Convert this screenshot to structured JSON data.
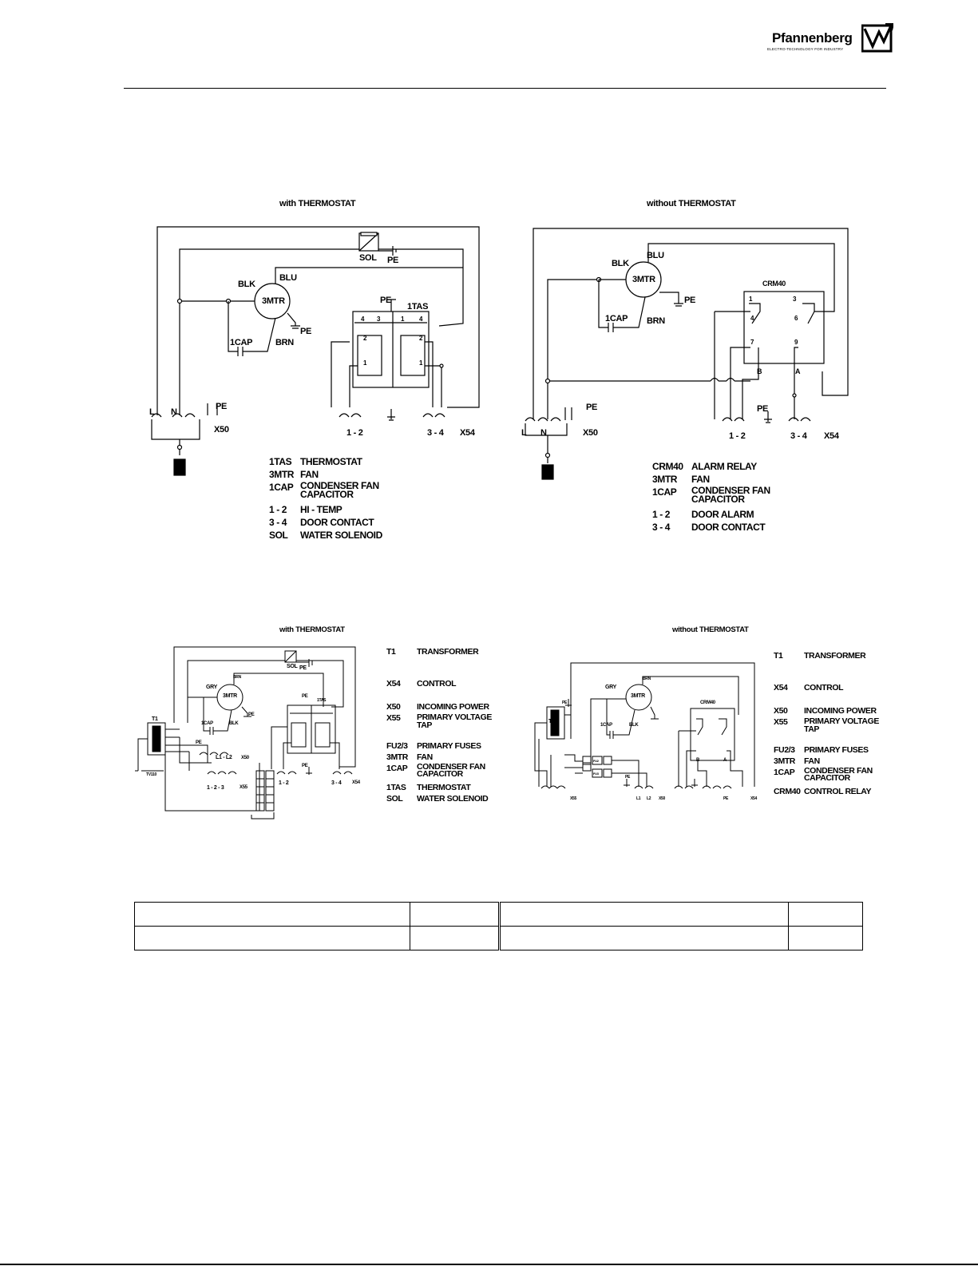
{
  "brand": {
    "name": "Pfannenberg",
    "tagline": "ELECTRO-TECHNOLOGY FOR INDUSTRY"
  },
  "diagrams": {
    "top_left": {
      "title": "with THERMOSTAT",
      "labels": {
        "sol": "SOL",
        "pe": "PE",
        "blu": "BLU",
        "blk": "BLK",
        "mtr": "3MTR",
        "cap": "1CAP",
        "brn": "BRN",
        "tas": "1TAS",
        "l": "L",
        "n": "N",
        "x50": "X50",
        "x54": "X54",
        "t12": "1 - 2",
        "t34": "3 - 4",
        "c4": "4",
        "c3": "3",
        "c1a": "1",
        "c4b": "4",
        "c2a": "2",
        "c2b": "2",
        "c1b": "1",
        "c1c": "1"
      },
      "legend": [
        {
          "code": "1TAS",
          "desc": "THERMOSTAT"
        },
        {
          "code": "3MTR",
          "desc": "FAN"
        },
        {
          "code": "1CAP",
          "desc": "CONDENSER FAN CAPACITOR"
        },
        {
          "code": "1 - 2",
          "desc": "HI - TEMP"
        },
        {
          "code": "3 - 4",
          "desc": "DOOR CONTACT"
        },
        {
          "code": "SOL",
          "desc": "WATER SOLENOID"
        }
      ]
    },
    "top_right": {
      "title": "without THERMOSTAT",
      "labels": {
        "blk": "BLK",
        "blu": "BLU",
        "mtr": "3MTR",
        "pe": "PE",
        "cap": "1CAP",
        "brn": "BRN",
        "crm": "CRM40",
        "l": "L",
        "n": "N",
        "x50": "X50",
        "x54": "X54",
        "t12": "1 - 2",
        "t34": "3 - 4",
        "b": "B",
        "a": "A",
        "r1": "1",
        "r3": "3",
        "r4": "4",
        "r6": "6",
        "r7": "7",
        "r9": "9"
      },
      "legend": [
        {
          "code": "CRM40",
          "desc": "ALARM RELAY"
        },
        {
          "code": "3MTR",
          "desc": "FAN"
        },
        {
          "code": "1CAP",
          "desc": "CONDENSER FAN CAPACITOR"
        },
        {
          "code": "1 - 2",
          "desc": "DOOR ALARM"
        },
        {
          "code": "3 - 4",
          "desc": "DOOR CONTACT"
        }
      ]
    },
    "bottom_left": {
      "title": "with THERMOSTAT",
      "labels": {
        "sol": "SOL",
        "pe": "PE",
        "mtr": "3MTR",
        "gry": "GRY",
        "brn": "BRN",
        "cap": "1CAP",
        "blk": "BLK",
        "t1": "T1",
        "l1l2": "L1 - L2",
        "x50": "X50",
        "t123": "1 - 2 - 3",
        "x55": "X55",
        "t12": "1 - 2",
        "t34": "3 - 4",
        "x54": "X54",
        "tas": "1TAS",
        "tv110": "TV110"
      },
      "legend": [
        {
          "code": "T1",
          "desc": "TRANSFORMER"
        },
        {
          "code": "X54",
          "desc": "CONTROL"
        },
        {
          "code": "X50",
          "desc": "INCOMING POWER"
        },
        {
          "code": "X55",
          "desc": "PRIMARY VOLTAGE TAP"
        },
        {
          "code": "FU2/3",
          "desc": "PRIMARY FUSES"
        },
        {
          "code": "3MTR",
          "desc": "FAN"
        },
        {
          "code": "1CAP",
          "desc": "CONDENSER FAN CAPACITOR"
        },
        {
          "code": "1TAS",
          "desc": "THERMOSTAT"
        },
        {
          "code": "SOL",
          "desc": "WATER SOLENOID"
        }
      ]
    },
    "bottom_right": {
      "title": "without THERMOSTAT",
      "labels": {
        "mtr": "3MTR",
        "gry": "GRY",
        "brn": "BRN",
        "cap": "1CAP",
        "blk": "BLK",
        "t1": "T1",
        "crm": "CRM40",
        "pe": "PE",
        "x55": "X55",
        "x50": "X50",
        "x54": "X54",
        "l1": "L1",
        "l2": "L2",
        "b": "B",
        "a": "A",
        "fu2": "FU2",
        "fu3": "FU3"
      },
      "legend": [
        {
          "code": "T1",
          "desc": "TRANSFORMER"
        },
        {
          "code": "X54",
          "desc": "CONTROL"
        },
        {
          "code": "X50",
          "desc": "INCOMING POWER"
        },
        {
          "code": "X55",
          "desc": "PRIMARY VOLTAGE TAP"
        },
        {
          "code": "FU2/3",
          "desc": "PRIMARY FUSES"
        },
        {
          "code": "3MTR",
          "desc": "FAN"
        },
        {
          "code": "1CAP",
          "desc": "CONDENSER FAN CAPACITOR"
        },
        {
          "code": "CRM40",
          "desc": "CONTROL RELAY"
        }
      ]
    }
  }
}
